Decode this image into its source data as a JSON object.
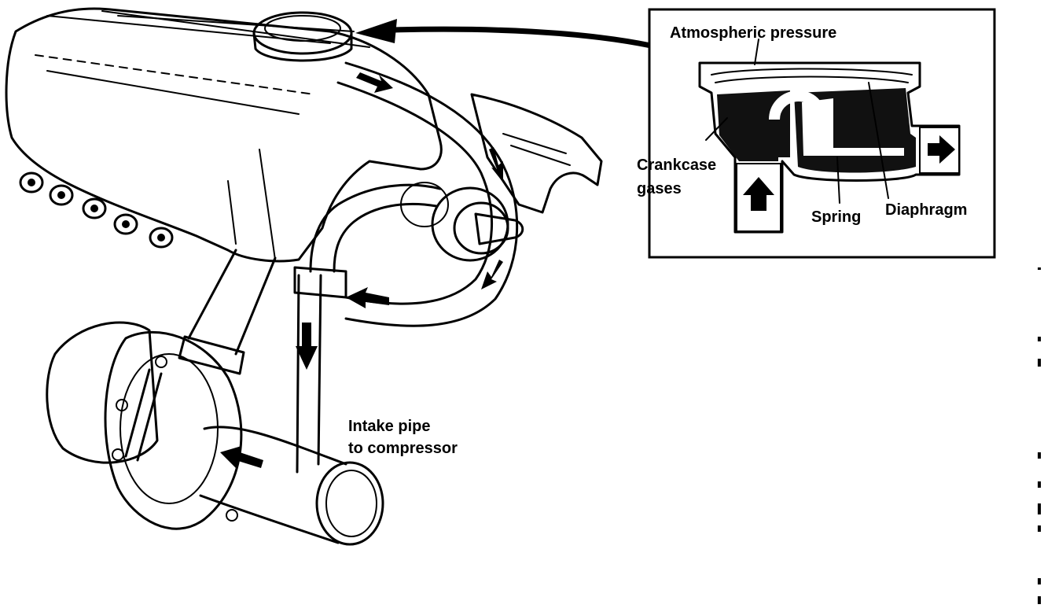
{
  "labels": {
    "atmospheric": "Atmospheric pressure",
    "crankcase_line1": "Crankcase",
    "crankcase_line2": "gases",
    "spring": "Spring",
    "diaphragm": "Diaphragm",
    "intake_line1": "Intake pipe",
    "intake_line2": "to compressor"
  }
}
